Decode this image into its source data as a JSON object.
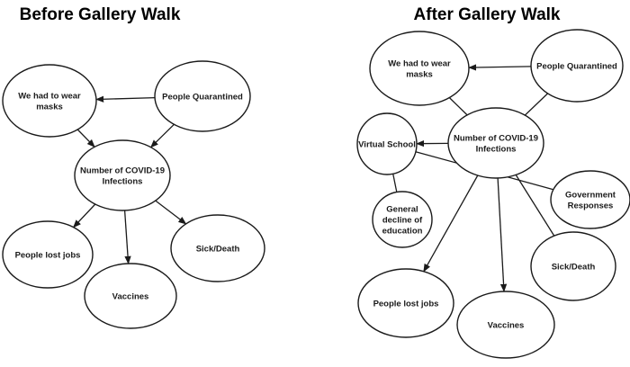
{
  "diagrams": [
    {
      "title": "Before Gallery Walk",
      "nodes": {
        "masks": {
          "lines": [
            "We had to wear",
            "masks"
          ]
        },
        "quarantined": {
          "lines": [
            "People Quarantined"
          ]
        },
        "infections": {
          "lines": [
            "Number of COVID-19",
            "Infections"
          ]
        },
        "jobs": {
          "lines": [
            "People lost jobs"
          ]
        },
        "vaccines": {
          "lines": [
            "Vaccines"
          ]
        },
        "sick": {
          "lines": [
            "Sick/Death"
          ]
        }
      },
      "edges": [
        {
          "from": "quarantined",
          "to": "masks",
          "arrow": true
        },
        {
          "from": "masks",
          "to": "infections",
          "arrow": true
        },
        {
          "from": "quarantined",
          "to": "infections",
          "arrow": true
        },
        {
          "from": "infections",
          "to": "jobs",
          "arrow": true
        },
        {
          "from": "infections",
          "to": "vaccines",
          "arrow": true
        },
        {
          "from": "infections",
          "to": "sick",
          "arrow": true
        }
      ]
    },
    {
      "title": "After Gallery Walk",
      "nodes": {
        "masks": {
          "lines": [
            "We had to wear",
            "masks"
          ]
        },
        "quarantined": {
          "lines": [
            "People Quarantined"
          ]
        },
        "virtual": {
          "lines": [
            "Virtual School"
          ]
        },
        "infections": {
          "lines": [
            "Number of COVID-19",
            "Infections"
          ]
        },
        "education": {
          "lines": [
            "General",
            "decline of",
            "education"
          ]
        },
        "government": {
          "lines": [
            "Government",
            "Responses"
          ]
        },
        "jobs": {
          "lines": [
            "People lost jobs"
          ]
        },
        "vaccines": {
          "lines": [
            "Vaccines"
          ]
        },
        "sick": {
          "lines": [
            "Sick/Death"
          ]
        }
      },
      "edges": [
        {
          "from": "quarantined",
          "to": "masks",
          "arrow": true
        },
        {
          "from": "masks",
          "to": "infections",
          "arrow": false
        },
        {
          "from": "quarantined",
          "to": "infections",
          "arrow": false
        },
        {
          "from": "infections",
          "to": "virtual",
          "arrow": true
        },
        {
          "from": "virtual",
          "to": "education",
          "arrow": false
        },
        {
          "from": "government",
          "to": "virtual",
          "arrow": false
        },
        {
          "from": "infections",
          "to": "jobs",
          "arrow": true
        },
        {
          "from": "infections",
          "to": "vaccines",
          "arrow": true
        },
        {
          "from": "infections",
          "to": "sick",
          "arrow": false
        }
      ]
    }
  ]
}
